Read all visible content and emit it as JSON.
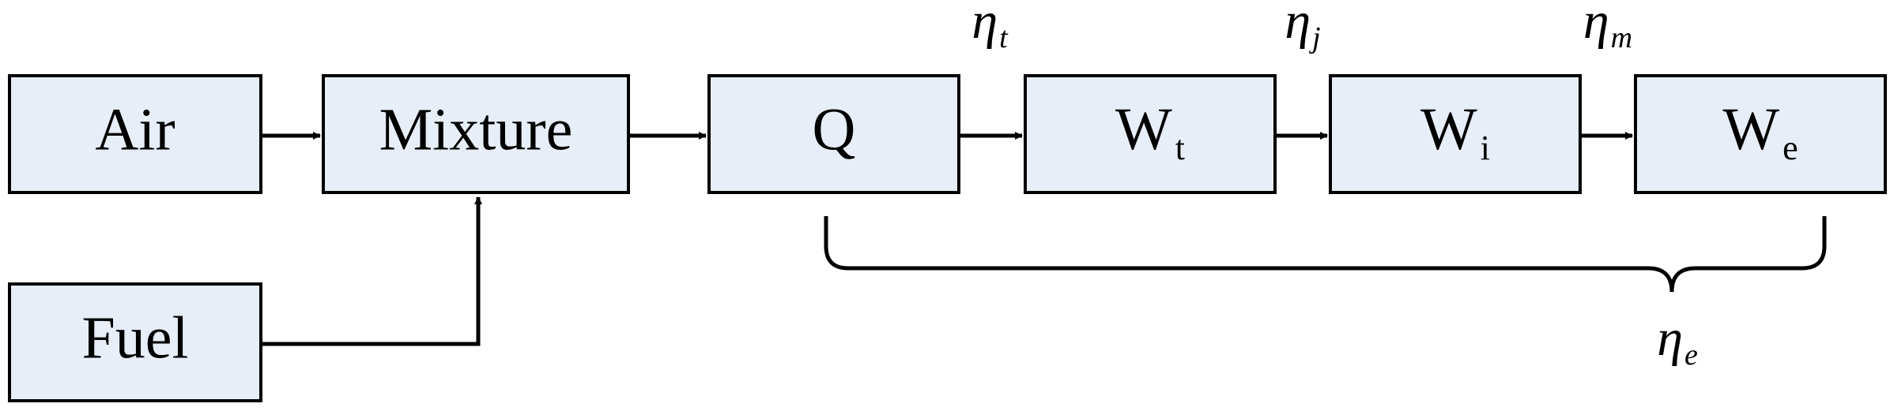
{
  "diagram": {
    "nodes": {
      "air": {
        "label": "Air"
      },
      "mixture": {
        "label": "Mixture"
      },
      "fuel": {
        "label": "Fuel"
      },
      "q": {
        "label": "Q"
      },
      "wt": {
        "label": "W",
        "sub": "t"
      },
      "wi": {
        "label": "W",
        "sub": "i"
      },
      "we": {
        "label": "W",
        "sub": "e"
      }
    },
    "efficiencies": {
      "eta_t": {
        "symbol": "η",
        "sub": "t"
      },
      "eta_j": {
        "symbol": "η",
        "sub": "j"
      },
      "eta_m": {
        "symbol": "η",
        "sub": "m"
      },
      "eta_e": {
        "symbol": "η",
        "sub": "e"
      }
    },
    "colors": {
      "box_fill": "#e8eef8",
      "stroke": "#000000"
    }
  }
}
